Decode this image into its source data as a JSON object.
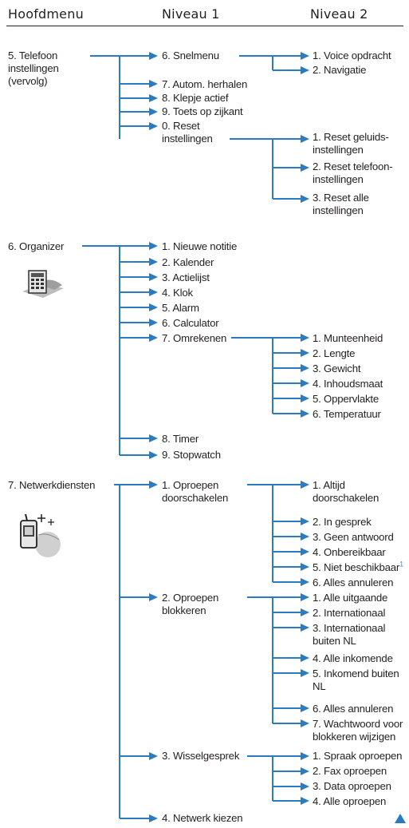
{
  "colors": {
    "line": "#2a7bbf",
    "text": "#231f20",
    "accent": "#2a7bbf"
  },
  "headers": {
    "col0": "Hoofdmenu",
    "col1": "Niveau 1",
    "col2": "Niveau 2"
  },
  "sections": [
    {
      "main": "5. Telefoon\ninstellingen\n(vervolg)",
      "items": [
        {
          "label": "6. Snelmenu",
          "sub": [
            "1. Voice opdracht",
            "2. Navigatie"
          ]
        },
        {
          "label": "7. Autom. herhalen",
          "sub": []
        },
        {
          "label": "8. Klepje actief",
          "sub": []
        },
        {
          "label": "9. Toets op zijkant",
          "sub": []
        },
        {
          "label": "0. Reset\n    instellingen",
          "sub": [
            "1. Reset geluids-\ninstellingen",
            "2. Reset telefoon-\ninstellingen",
            "3. Reset alle\ninstellingen"
          ]
        }
      ]
    },
    {
      "main": "6. Organizer",
      "icon": "organizer-icon",
      "items": [
        {
          "label": "1. Nieuwe notitie",
          "sub": []
        },
        {
          "label": "2. Kalender",
          "sub": []
        },
        {
          "label": "3. Actielijst",
          "sub": []
        },
        {
          "label": "4. Klok",
          "sub": []
        },
        {
          "label": "5. Alarm",
          "sub": []
        },
        {
          "label": "6. Calculator",
          "sub": []
        },
        {
          "label": "7. Omrekenen",
          "sub": [
            "1. Munteenheid",
            "2. Lengte",
            "3. Gewicht",
            "4. Inhoudsmaat",
            "5. Oppervlakte",
            "6. Temperatuur"
          ]
        },
        {
          "label": "8. Timer",
          "sub": []
        },
        {
          "label": "9. Stopwatch",
          "sub": []
        }
      ]
    },
    {
      "main": "7. Netwerkdiensten",
      "icon": "network-phone-icon",
      "items": [
        {
          "label": "1. Oproepen\ndoorschakelen",
          "sub": [
            "1. Altijd\ndoorschakelen",
            "2. In gesprek",
            "3. Geen antwoord",
            "4. Onbereikbaar",
            "5. Niet beschikbaar",
            "6. Alles annuleren"
          ]
        },
        {
          "label": "2. Oproepen\nblokkeren",
          "sub": [
            "1. Alle uitgaande",
            "2. Internationaal",
            "3. Internationaal\nbuiten NL",
            "4. Alle inkomende",
            "5. Inkomend buiten\nNL",
            "6. Alles annuleren",
            "7. Wachtwoord voor\nblokkeren wijzigen"
          ]
        },
        {
          "label": "3. Wisselgesprek",
          "sub": [
            "1. Spraak oproepen",
            "2. Fax oproepen",
            "3. Data oproepen",
            "4. Alle oproepen"
          ]
        },
        {
          "label": "4. Netwerk kiezen",
          "sub": []
        }
      ]
    }
  ],
  "footnote_mark": "1",
  "nav_icon": "triangle-up-icon"
}
